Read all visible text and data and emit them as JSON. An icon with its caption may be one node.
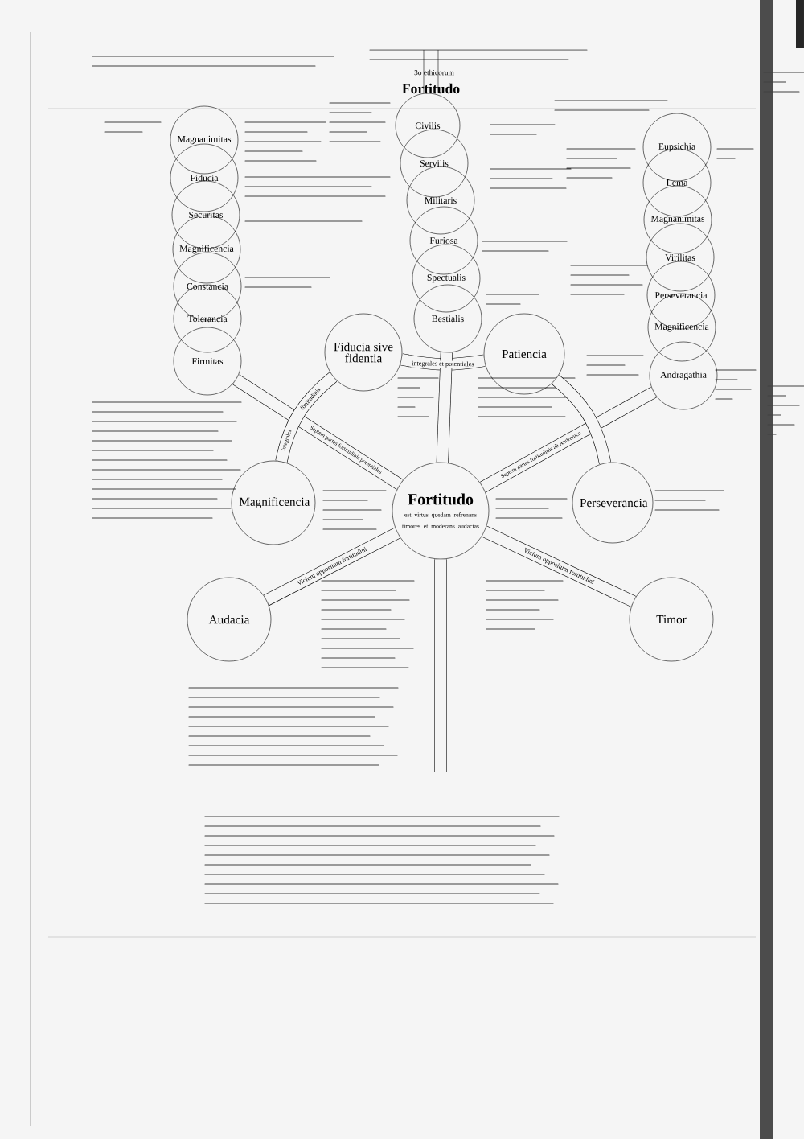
{
  "diagram": {
    "title": "Fortitudo",
    "nodes": [
      {
        "text": [
          "Magnanimitas"
        ]
      },
      {
        "text": [
          "Fiducia"
        ]
      },
      {
        "text": [
          "Securitas"
        ]
      },
      {
        "text": [
          "Magnificencia"
        ]
      },
      {
        "text": [
          "Constancia"
        ]
      },
      {
        "text": [
          "Tolerancia"
        ]
      },
      {
        "text": [
          "Firmitas"
        ]
      },
      {
        "text": [
          "Civilis"
        ]
      },
      {
        "text": [
          "Servilis"
        ]
      },
      {
        "text": [
          "Militaris"
        ]
      },
      {
        "text": [
          "Furiosa"
        ]
      },
      {
        "text": [
          "Spectualis"
        ]
      },
      {
        "text": [
          "Bestialis"
        ]
      },
      {
        "text": [
          "Eupsichia"
        ]
      },
      {
        "text": [
          "Lema"
        ]
      },
      {
        "text": [
          "Magnanimitas"
        ]
      },
      {
        "text": [
          "Virilitas"
        ]
      },
      {
        "text": [
          "Perseverancia"
        ]
      },
      {
        "text": [
          "Magnificencia"
        ]
      },
      {
        "text": [
          "Andragathia"
        ]
      },
      {
        "text": [
          "Fiducia sive fidentia"
        ]
      },
      {
        "text": [
          "Patiencia"
        ]
      },
      {
        "text": [
          "Magnificencia"
        ]
      },
      {
        "text": [
          "Fortitudo",
          "est virtus quedam refrenans timores et moderans audacias"
        ]
      },
      {
        "text": [
          "Perseverancia"
        ]
      },
      {
        "text": [
          "Audacia"
        ]
      },
      {
        "text": [
          "Timor"
        ]
      }
    ],
    "edges": [
      {
        "from": 23,
        "to": 6,
        "arrow": "none",
        "label": "Septem partes fortitudinis potentiales"
      },
      {
        "from": 23,
        "to": 19,
        "arrow": "none",
        "label": "Septem partes fortitudinis ab Andronico"
      },
      {
        "from": 23,
        "to": 12,
        "arrow": "none"
      },
      {
        "from": 20,
        "to": 21,
        "arrow": "none",
        "label": "integrales et potentiales"
      },
      {
        "from": 20,
        "to": 22,
        "arrow": "none",
        "label": "fortitudinis"
      },
      {
        "from": 21,
        "to": 24,
        "arrow": "none"
      },
      {
        "from": 23,
        "to": 25,
        "arrow": "none",
        "label": "Vicium oppositum fortitudini"
      },
      {
        "from": 23,
        "to": 26,
        "arrow": "none",
        "label": "Vicium oppositum fortitudini"
      },
      {
        "from": 23,
        "to": null,
        "arrow": "none"
      }
    ],
    "labels": [
      "3o ethicorum",
      "integrales"
    ]
  }
}
